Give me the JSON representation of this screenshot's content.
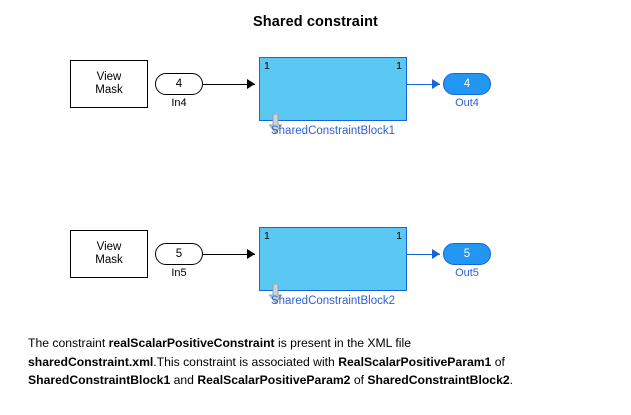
{
  "title": "Shared constraint",
  "rows": [
    {
      "mask_line1": "View",
      "mask_line2": "Mask",
      "inport_value": "4",
      "inport_label": "In4",
      "block_left_port": "1",
      "block_right_port": "1",
      "block_label": "SharedConstraintBlock1",
      "outport_value": "4",
      "outport_label": "Out4"
    },
    {
      "mask_line1": "View",
      "mask_line2": "Mask",
      "inport_value": "5",
      "inport_label": "In5",
      "block_left_port": "1",
      "block_right_port": "1",
      "block_label": "SharedConstraintBlock2",
      "outport_value": "5",
      "outport_label": "Out5"
    }
  ],
  "caption": {
    "l1_a": "The constraint ",
    "l1_b": "realScalarPositiveConstraint",
    "l1_c": " is present in the XML file",
    "l2_a": "sharedConstraint.xml",
    "l2_b": ".This constraint is associated with ",
    "l2_c": "RealScalarPositiveParam1",
    "l2_d": " of",
    "l3_a": "SharedConstraintBlock1",
    "l3_b": " and ",
    "l3_c": "RealScalarPositiveParam2",
    "l3_d": " of ",
    "l3_e": "SharedConstraintBlock2",
    "l3_f": "."
  },
  "colors": {
    "block_fill": "#5ac8f2",
    "block_border": "#1565d8",
    "outport_fill": "#2196f3",
    "label_blue": "#2f5fd0"
  },
  "icons": {
    "down_arrow": "down-arrow-icon"
  }
}
